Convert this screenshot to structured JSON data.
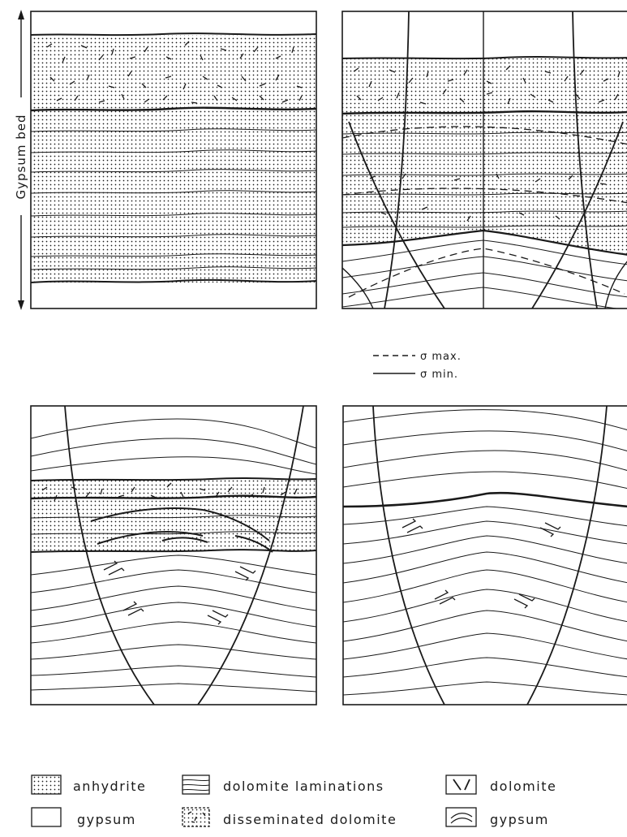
{
  "figure": {
    "side_label": "Gypsum bed",
    "stress_legend": {
      "max_label": "σ max.",
      "min_label": "σ min."
    }
  },
  "legend": {
    "items": [
      {
        "key": "anhydrite",
        "label": "anhydrite"
      },
      {
        "key": "dolomite-laminations",
        "label": "dolomite laminations"
      },
      {
        "key": "dolomite",
        "label": "dolomite"
      },
      {
        "key": "gypsum",
        "label": "gypsum"
      },
      {
        "key": "disseminated-dolomite",
        "label": "disseminated dolomite"
      },
      {
        "key": "gypsum-layers",
        "label": "gypsum"
      }
    ]
  },
  "colors": {
    "ink": "#1a1a1a",
    "paper": "#ffffff"
  }
}
